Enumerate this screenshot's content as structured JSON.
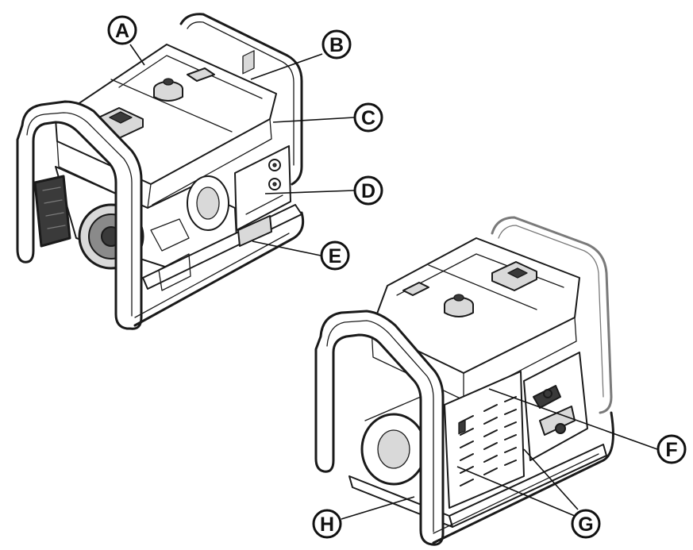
{
  "callouts": [
    {
      "id": "A",
      "label": "A"
    },
    {
      "id": "B",
      "label": "B"
    },
    {
      "id": "C",
      "label": "C"
    },
    {
      "id": "D",
      "label": "D"
    },
    {
      "id": "E",
      "label": "E"
    },
    {
      "id": "F",
      "label": "F"
    },
    {
      "id": "G",
      "label": "G"
    },
    {
      "id": "H",
      "label": "H"
    }
  ],
  "colors": {
    "line": "#111111",
    "background": "#ffffff"
  }
}
